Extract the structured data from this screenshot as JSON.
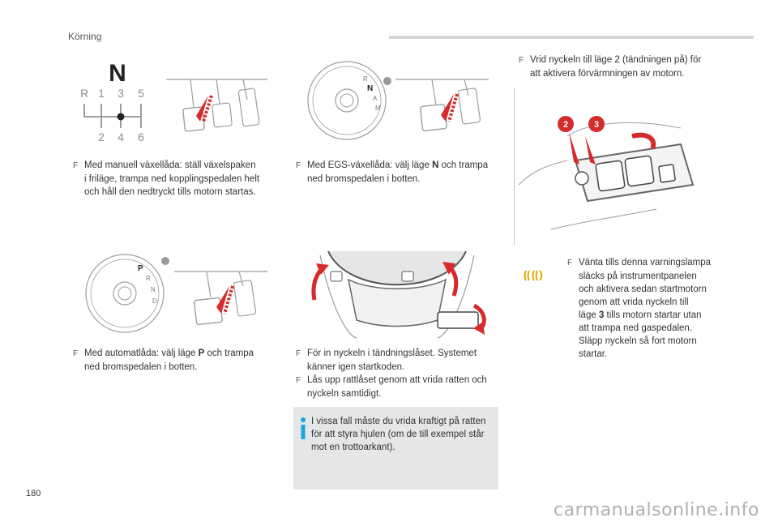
{
  "header": {
    "section_title": "Körning",
    "accent_color": "#d4d6d9"
  },
  "gearbox": {
    "selected": "N",
    "top_row": [
      "R",
      "1",
      "3",
      "5"
    ],
    "bottom_row": [
      "2",
      "4",
      "6"
    ]
  },
  "egs_dial": {
    "letters": [
      "R",
      "N",
      "A",
      "M"
    ]
  },
  "auto_dial": {
    "letters": [
      "P",
      "R",
      "N",
      "D"
    ]
  },
  "key_callouts": [
    "2",
    "3"
  ],
  "manual_text": {
    "lines": [
      "Med manuell växellåda: ställ växelspaken",
      "i friläge, trampa ned kopplingspedalen helt",
      "och håll den nedtryckt tills motorn startas."
    ]
  },
  "egs_text": {
    "pre": "Med EGS-växellåda: välj läge ",
    "bold": "N",
    "post": " och trampa",
    "line2": "ned bromspedalen i botten."
  },
  "auto_text": {
    "pre": "Med automatlåda: välj läge ",
    "bold": "P",
    "post": " och trampa",
    "line2": "ned bromspedalen i botten."
  },
  "steering_text": {
    "item1_line1": "För in nyckeln i tändningslåset. Systemet",
    "item1_line2": "känner igen startkoden.",
    "item2_line1": "Lås upp rattlåset genom att vrida ratten och",
    "item2_line2": "nyckeln samtidigt."
  },
  "info_box": {
    "lines": [
      "I vissa fall måste du vrida kraftigt på ratten",
      "för att styra hjulen (om de till exempel står",
      "mot en trottoarkant)."
    ],
    "icon": "info-icon"
  },
  "key_text": {
    "line1": "Vrid nyckeln till läge 2 (tändningen på) för",
    "line2": "att aktivera förvärmningen av motorn."
  },
  "preheat_text": {
    "icon": "glow-plug-warning-icon",
    "line1": "Vänta tills denna varningslampa",
    "line2": "släcks på instrumentpanelen",
    "line3": "och aktivera sedan startmotorn",
    "line4": "genom att vrida nyckeln till",
    "line5_pre": "läge ",
    "line5_bold": "3",
    "line5_post": " tills motorn startar utan",
    "line6": "att trampa ned gaspedalen.",
    "line7": "Släpp nyckeln så fort motorn",
    "line8": "startar."
  },
  "bullet_glyph": "F",
  "page_number": "180",
  "watermark": "carmanualsonline.info"
}
